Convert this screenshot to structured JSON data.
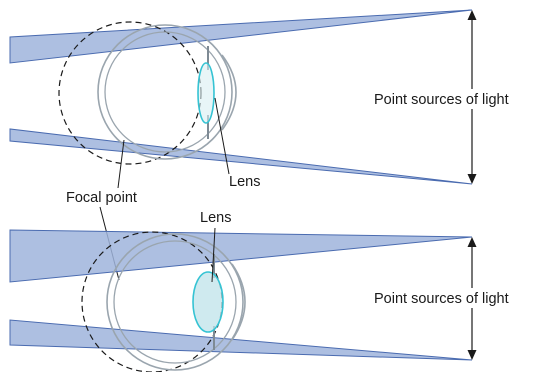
{
  "diagram": {
    "top": {
      "source_label": "Point sources of light",
      "lens_label": "Lens"
    },
    "middle": {
      "focal_label": "Focal point",
      "lens_label": "Lens"
    },
    "bottom": {
      "source_label": "Point sources of light"
    },
    "colors": {
      "ray_fill": "#9fb4dc",
      "ray_stroke": "#4a6bb0",
      "eye_stroke": "#9aa5ae",
      "lens_stroke": "#35c3d3",
      "lens_fill": "#bfe3ea",
      "line": "#1a1a1a"
    }
  }
}
